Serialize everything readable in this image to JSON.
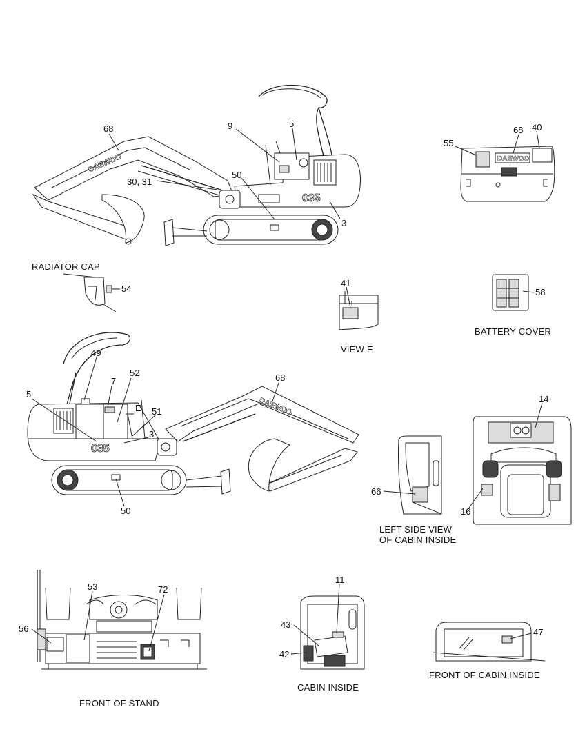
{
  "views": {
    "radiator_cap": "RADIATOR CAP",
    "view_e": "VIEW  E",
    "battery_cover": "BATTERY COVER",
    "left_side_view_l1": "LEFT SIDE VIEW",
    "left_side_view_l2": "OF CABIN INSIDE",
    "front_of_stand": "FRONT OF STAND",
    "cabin_inside": "CABIN INSIDE",
    "front_of_cabin_inside": "FRONT OF CABIN INSIDE"
  },
  "markings": {
    "brand": "DAEWOO",
    "model": "035",
    "view_marker": "E"
  },
  "callouts": {
    "top_68": "68",
    "top_9": "9",
    "top_5": "5",
    "top_30_31": "30, 31",
    "top_50": "50",
    "top_3": "3",
    "rear_55": "55",
    "rear_68": "68",
    "rear_40": "40",
    "rad_54": "54",
    "view_41": "41",
    "bat_58": "58",
    "side_49": "49",
    "side_7": "7",
    "side_52": "52",
    "side_5": "5",
    "side_51": "51",
    "side_3": "3",
    "side_68": "68",
    "side_50": "50",
    "cab_14": "14",
    "cab_16": "16",
    "cab_66": "66",
    "stand_53": "53",
    "stand_72": "72",
    "stand_56": "56",
    "inside_11": "11",
    "inside_43": "43",
    "inside_42": "42",
    "front_47": "47"
  }
}
